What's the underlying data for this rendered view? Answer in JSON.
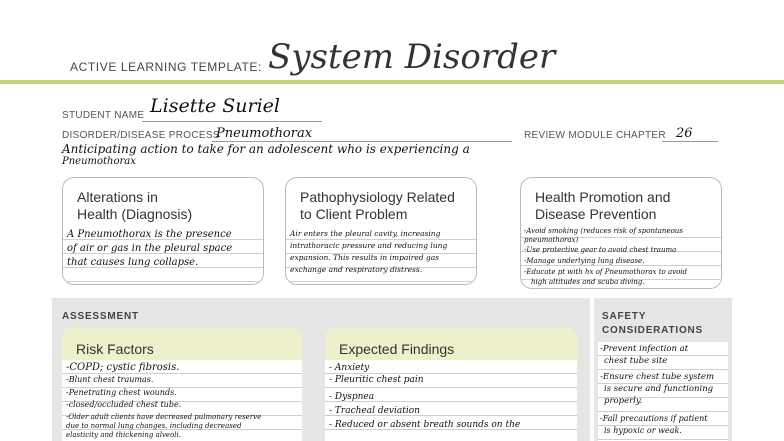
{
  "header": {
    "template_label": "ACTIVE LEARNING TEMPLATE:",
    "title": "System Disorder"
  },
  "fields": {
    "student_name_label": "STUDENT NAME",
    "student_name_value": "Lisette Suriel",
    "disorder_label": "DISORDER/DISEASE PROCESS",
    "disorder_value": "Pneumothorax",
    "review_label": "REVIEW MODULE CHAPTER",
    "review_value": "26",
    "prompt_line1": "Anticipating action to take for an adolescent who is experiencing a",
    "prompt_line2": "Pneumothorax"
  },
  "boxes": {
    "alterations": {
      "title_line1": "Alterations in",
      "title_line2": "Health (Diagnosis)",
      "lines": [
        "A Pneumothorax is the presence",
        "of air or gas in the pleural space",
        "that causes lung collapse."
      ]
    },
    "pathophysiology": {
      "title_line1": "Pathophysiology Related",
      "title_line2": "to Client Problem",
      "lines": [
        "Air enters the pleural cavity, increasing",
        "intrathoracic pressure and reducing lung",
        "expansion. This results in impaired gas",
        "exchange and respiratory distress."
      ]
    },
    "health_promotion": {
      "title_line1": "Health Promotion and",
      "title_line2": "Disease Prevention",
      "lines": [
        "-Avoid smoking (reduces risk of spontaneous",
        "pneumothorax)",
        "-Use protective gear to avoid chest trauma",
        "-Manage underlying lung disease.",
        "-Educate pt with hx of Pneumothorax to avoid",
        "high altitudes and scuba diving."
      ]
    }
  },
  "assessment": {
    "section_label": "ASSESSMENT",
    "risk_factors": {
      "title": "Risk Factors",
      "lines": [
        "-COPD; cystic fibrosis.",
        "-Blunt chest traumas.",
        "-Penetrating chest wounds.",
        "-closed/occluded chest tube.",
        "-Older adult clients have decreased pulmonary reserve",
        "due to normal lung changes, including decreased",
        "elasticity and thickening alveoli."
      ]
    },
    "expected_findings": {
      "title": "Expected Findings",
      "lines": [
        "- Anxiety",
        "- Pleuritic chest pain",
        "- Dyspnea",
        "- Tracheal deviation",
        "- Reduced or absent breath sounds on the"
      ]
    }
  },
  "safety": {
    "section_label_line1": "SAFETY",
    "section_label_line2": "CONSIDERATIONS",
    "lines": [
      "-Prevent infection at",
      "chest tube site",
      "-Ensure chest tube system",
      "is secure and functioning",
      "properly.",
      "-Fall precautions if patient",
      "is hypoxic or weak."
    ]
  }
}
